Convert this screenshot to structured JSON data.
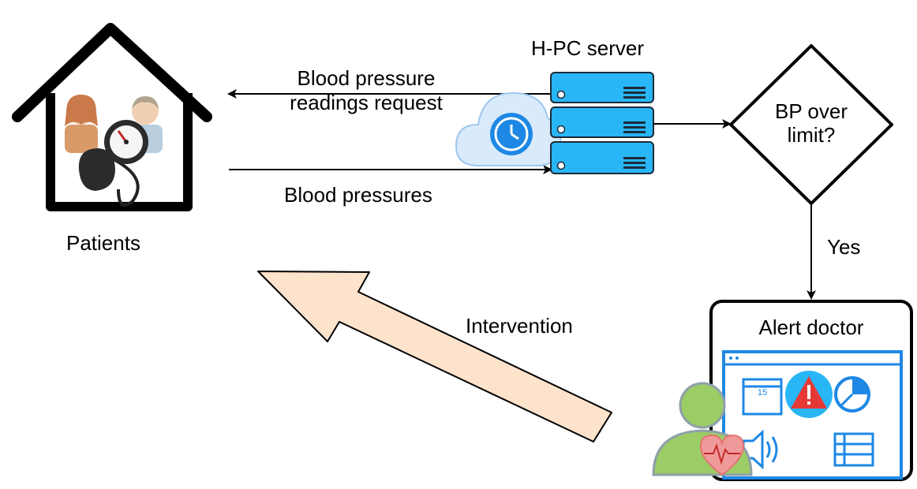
{
  "labels": {
    "patients": "Patients",
    "server": "H-PC server",
    "request_line1": "Blood pressure",
    "request_line2": "readings request",
    "response": "Blood pressures",
    "decision_line1": "BP over",
    "decision_line2": "limit?",
    "yes": "Yes",
    "alert": "Alert doctor",
    "intervention": "Intervention",
    "calendar_day": "15"
  },
  "icons": {
    "house": "house-icon",
    "patients": "patients-icon",
    "sphygmomanometer": "blood-pressure-gauge-icon",
    "server": "server-rack-icon",
    "cloud": "cloud-clock-icon",
    "doctor": "doctor-heart-icon",
    "dashboard": "alert-dashboard-icon"
  },
  "colors": {
    "server": "#29b6f6",
    "dashboard": "#1e88e5",
    "alert": "#e53935",
    "intervention_arrow": "#fde2cc",
    "cloud": "#d9ebfb",
    "doctor": "#9ccc65"
  }
}
